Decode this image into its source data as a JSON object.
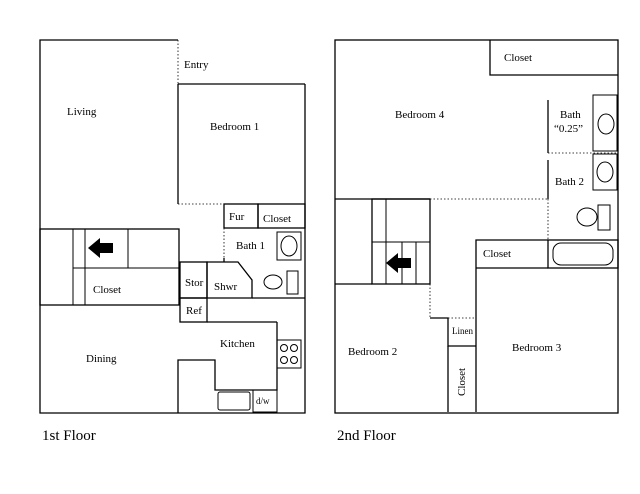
{
  "floor1": {
    "caption": "1st Floor",
    "rooms": {
      "entry": "Entry",
      "living": "Living",
      "bedroom1": "Bedroom 1",
      "fur": "Fur",
      "closet_a": "Closet",
      "bath1": "Bath 1",
      "stor": "Stor",
      "shwr": "Shwr",
      "ref": "Ref",
      "closet_b": "Closet",
      "kitchen": "Kitchen",
      "dining": "Dining",
      "dw": "d/w"
    }
  },
  "floor2": {
    "caption": "2nd Floor",
    "rooms": {
      "closet_top": "Closet",
      "bedroom4": "Bedroom 4",
      "bath_quarter": "Bath",
      "bath_quarter_size": "“0.25”",
      "bath2": "Bath 2",
      "closet_mid": "Closet",
      "linen": "Linen",
      "bedroom2": "Bedroom 2",
      "closet_vertical": "Closet",
      "bedroom3": "Bedroom 3"
    }
  }
}
